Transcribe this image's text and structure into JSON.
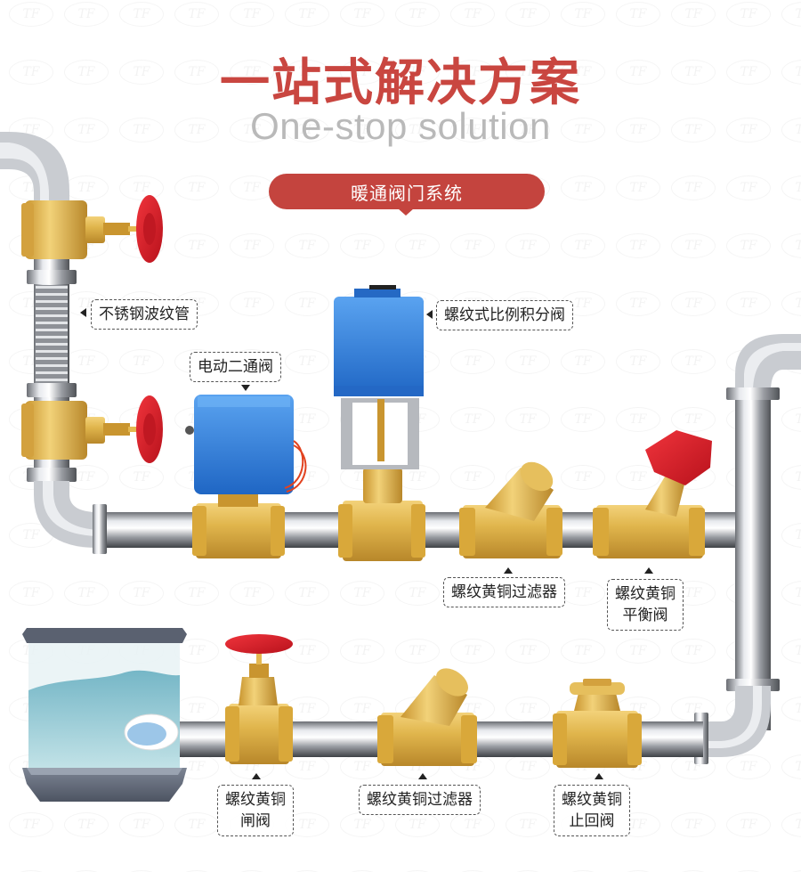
{
  "header": {
    "title_cn": "一站式解决方案",
    "title_en": "One-stop solution",
    "badge": "暖通阀门系统"
  },
  "watermark": {
    "text": "TF"
  },
  "colors": {
    "title_red": "#c94640",
    "badge_red": "#c4443e",
    "subtitle_gray": "#b9b9b9",
    "brass": "#d9a83a",
    "handle_red": "#d8202a",
    "actuator_blue": "#2f7fd8",
    "pipe_silver": "#b9bcc2"
  },
  "callouts": [
    {
      "id": "corrugated-pipe",
      "lines": [
        "不锈钢波纹管"
      ]
    },
    {
      "id": "electric-two-way-valve",
      "lines": [
        "电动二通阀"
      ]
    },
    {
      "id": "proportional-integral-valve",
      "lines": [
        "螺纹式比例积分阀"
      ]
    },
    {
      "id": "brass-strainer-top",
      "lines": [
        "螺纹黄铜过滤器"
      ]
    },
    {
      "id": "brass-balancing-valve",
      "lines": [
        "螺纹黄铜",
        "平衡阀"
      ]
    },
    {
      "id": "brass-gate-valve",
      "lines": [
        "螺纹黄铜",
        "闸阀"
      ]
    },
    {
      "id": "brass-strainer-bottom",
      "lines": [
        "螺纹黄铜过滤器"
      ]
    },
    {
      "id": "brass-check-valve",
      "lines": [
        "螺纹黄铜",
        "止回阀"
      ]
    }
  ]
}
